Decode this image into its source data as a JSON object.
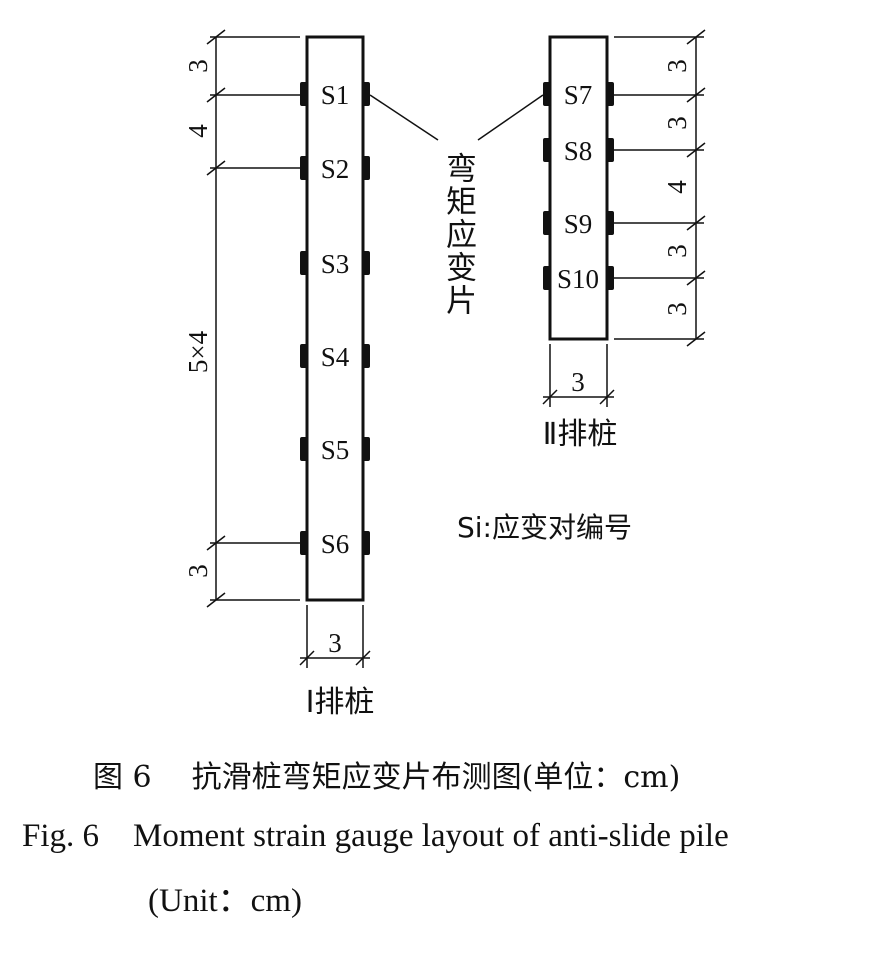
{
  "diagram": {
    "pile1": {
      "name": "Ⅰ排桩",
      "gauges": [
        "S1",
        "S2",
        "S3",
        "S4",
        "S5",
        "S6"
      ],
      "dim_top": "3",
      "dim_s1_s2": "4",
      "dim_middle": "5×4",
      "dim_bottom": "3",
      "width": "3"
    },
    "pile2": {
      "name": "Ⅱ排桩",
      "gauges": [
        "S7",
        "S8",
        "S9",
        "S10"
      ],
      "dims": [
        "3",
        "3",
        "4",
        "3",
        "3"
      ],
      "width": "3"
    },
    "callout": "弯矩应变片",
    "legend": "Si:应变对编号"
  },
  "caption": {
    "cn_label": "图 6",
    "cn_title": "抗滑桩弯矩应变片布测图(单位：cm)",
    "en_label": "Fig. 6",
    "en_title_line1": "Moment strain gauge layout of anti-slide pile",
    "en_title_line2": "(Unit：cm)"
  }
}
